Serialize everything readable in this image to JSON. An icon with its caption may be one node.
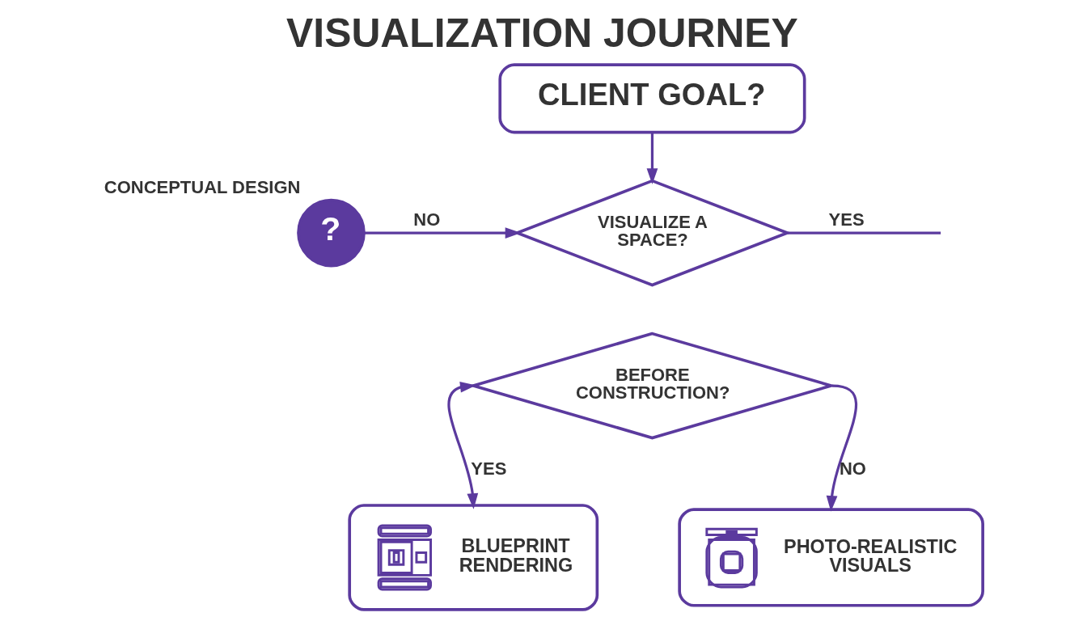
{
  "diagram": {
    "title": "VISUALIZATION JOURNEY",
    "nodes": [
      {
        "text": [
          "CLIENT GOAL?"
        ]
      },
      {
        "text": [
          "VISUALIZE A SPACE?"
        ]
      },
      {
        "text": [
          "?"
        ],
        "beside": [
          "CONCEPTUAL DESIGN"
        ]
      },
      {
        "text": [
          "BEFORE CONSTRUCTION?"
        ]
      },
      {
        "text": [
          "BLUEPRINT RENDERING"
        ]
      },
      {
        "text": [
          "PHOTO-REALISTIC VISUALS"
        ]
      }
    ],
    "edges": [
      {
        "from": 0,
        "to": 1,
        "arrow": "to"
      },
      {
        "from": 2,
        "to": 1,
        "arrow": "to",
        "label": "NO"
      },
      {
        "from": 1,
        "to": null,
        "arrow": "none",
        "label": "YES"
      },
      {
        "from": 3,
        "to": 4,
        "arrow": "both",
        "label": "YES"
      },
      {
        "from": 3,
        "to": 5,
        "arrow": "to",
        "label": "NO"
      }
    ]
  }
}
